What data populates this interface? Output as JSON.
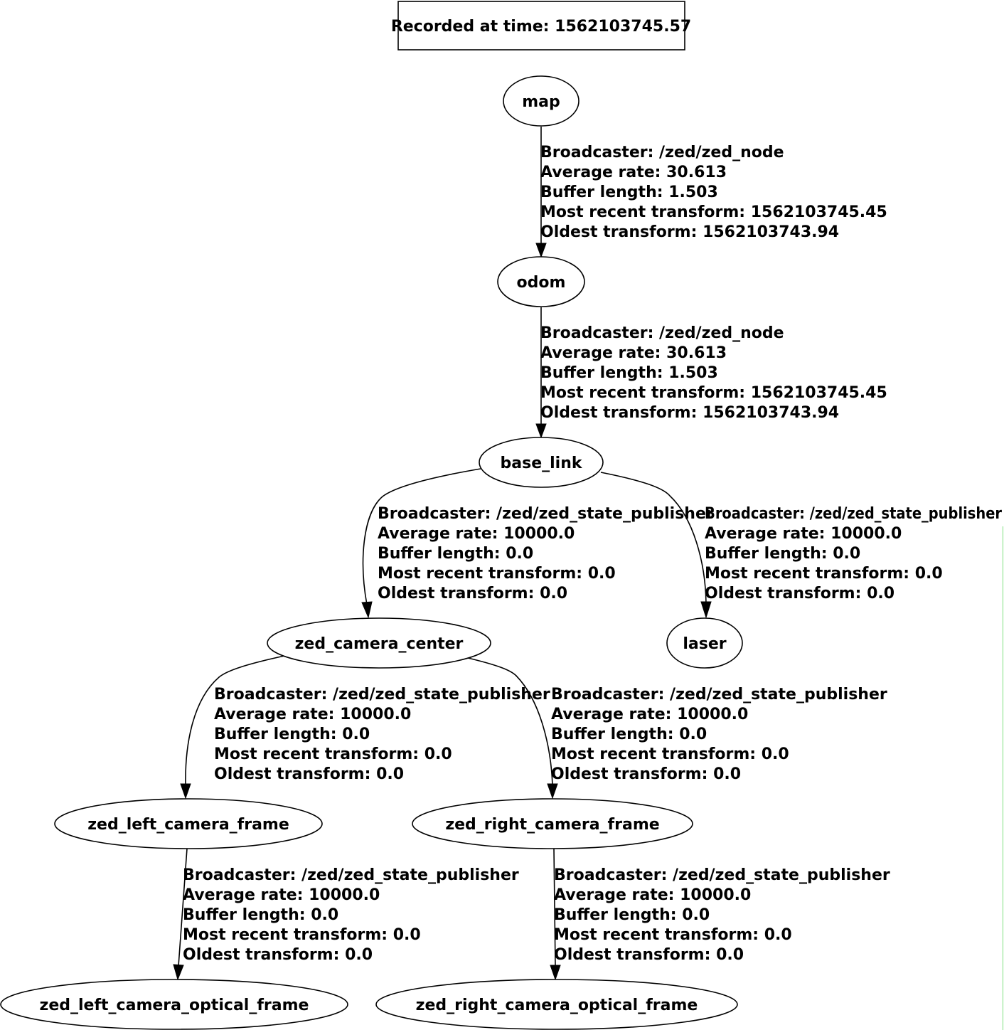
{
  "title": "Recorded at time: 1562103745.57",
  "nodes": {
    "map": "map",
    "odom": "odom",
    "base_link": "base_link",
    "zed_camera_center": "zed_camera_center",
    "laser": "laser",
    "zed_left_camera_frame": "zed_left_camera_frame",
    "zed_right_camera_frame": "zed_right_camera_frame",
    "zed_left_camera_optical_frame": "zed_left_camera_optical_frame",
    "zed_right_camera_optical_frame": "zed_right_camera_optical_frame"
  },
  "edges": [
    {
      "from": "map",
      "to": "odom",
      "lines": [
        "Broadcaster: /zed/zed_node",
        "Average rate: 30.613",
        "Buffer length: 1.503",
        "Most recent transform: 1562103745.45",
        "Oldest transform: 1562103743.94"
      ]
    },
    {
      "from": "odom",
      "to": "base_link",
      "lines": [
        "Broadcaster: /zed/zed_node",
        "Average rate: 30.613",
        "Buffer length: 1.503",
        "Most recent transform: 1562103745.45",
        "Oldest transform: 1562103743.94"
      ]
    },
    {
      "from": "base_link",
      "to": "zed_camera_center",
      "lines": [
        "Broadcaster: /zed/zed_state_publisher",
        "Average rate: 10000.0",
        "Buffer length: 0.0",
        "Most recent transform: 0.0",
        "Oldest transform: 0.0"
      ]
    },
    {
      "from": "base_link",
      "to": "laser",
      "lines": [
        "Broadcaster: /zed/zed_state_publisher",
        "Average rate: 10000.0",
        "Buffer length: 0.0",
        "Most recent transform: 0.0",
        "Oldest transform: 0.0"
      ]
    },
    {
      "from": "zed_camera_center",
      "to": "zed_left_camera_frame",
      "lines": [
        "Broadcaster: /zed/zed_state_publisher",
        "Average rate: 10000.0",
        "Buffer length: 0.0",
        "Most recent transform: 0.0",
        "Oldest transform: 0.0"
      ]
    },
    {
      "from": "zed_camera_center",
      "to": "zed_right_camera_frame",
      "lines": [
        "Broadcaster: /zed/zed_state_publisher",
        "Average rate: 10000.0",
        "Buffer length: 0.0",
        "Most recent transform: 0.0",
        "Oldest transform: 0.0"
      ]
    },
    {
      "from": "zed_left_camera_frame",
      "to": "zed_left_camera_optical_frame",
      "lines": [
        "Broadcaster: /zed/zed_state_publisher",
        "Average rate: 10000.0",
        "Buffer length: 0.0",
        "Most recent transform: 0.0",
        "Oldest transform: 0.0"
      ]
    },
    {
      "from": "zed_right_camera_frame",
      "to": "zed_right_camera_optical_frame",
      "lines": [
        "Broadcaster: /zed/zed_state_publisher",
        "Average rate: 10000.0",
        "Buffer length: 0.0",
        "Most recent transform: 0.0",
        "Oldest transform: 0.0"
      ]
    }
  ]
}
